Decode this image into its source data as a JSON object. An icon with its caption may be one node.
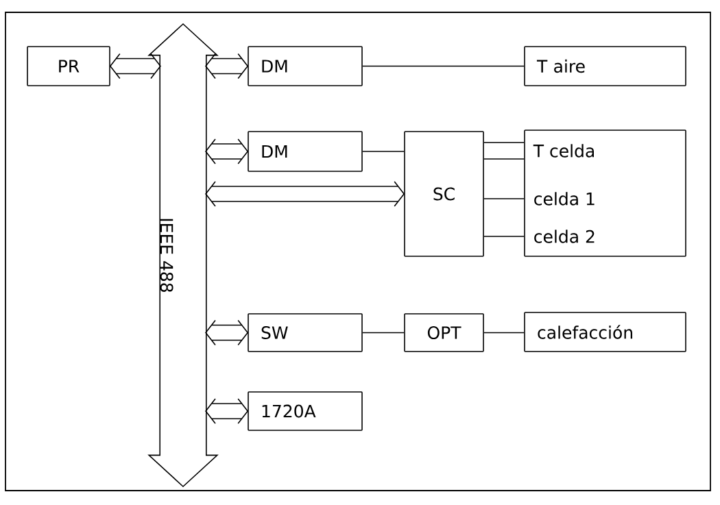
{
  "diagram": {
    "nodes": [
      {
        "text": [
          "PR"
        ]
      },
      {
        "text": [
          "IEEE 488"
        ]
      },
      {
        "text": [
          "DM"
        ]
      },
      {
        "text": [
          "T aire"
        ]
      },
      {
        "text": [
          "DM"
        ]
      },
      {
        "text": [
          "SC"
        ]
      },
      {
        "text": [
          "T celda",
          "celda 1",
          "celda 2"
        ]
      },
      {
        "text": [
          "SW"
        ]
      },
      {
        "text": [
          "OPT"
        ]
      },
      {
        "text": [
          "calefacción"
        ]
      },
      {
        "text": [
          "1720A"
        ]
      }
    ],
    "edges": [
      {
        "from": 0,
        "to": 1,
        "arrow": "both"
      },
      {
        "from": 1,
        "to": 2,
        "arrow": "both"
      },
      {
        "from": 2,
        "to": 3,
        "arrow": "none"
      },
      {
        "from": 1,
        "to": 4,
        "arrow": "both"
      },
      {
        "from": 4,
        "to": 5,
        "arrow": "none"
      },
      {
        "from": 1,
        "to": 5,
        "arrow": "both"
      },
      {
        "from": 5,
        "to": 6,
        "arrow": "none"
      },
      {
        "from": 5,
        "to": 6,
        "arrow": "none"
      },
      {
        "from": 5,
        "to": 6,
        "arrow": "none"
      },
      {
        "from": 5,
        "to": 6,
        "arrow": "none"
      },
      {
        "from": 1,
        "to": 7,
        "arrow": "both"
      },
      {
        "from": 7,
        "to": 8,
        "arrow": "none"
      },
      {
        "from": 8,
        "to": 9,
        "arrow": "none"
      },
      {
        "from": 1,
        "to": 10,
        "arrow": "both"
      }
    ]
  }
}
